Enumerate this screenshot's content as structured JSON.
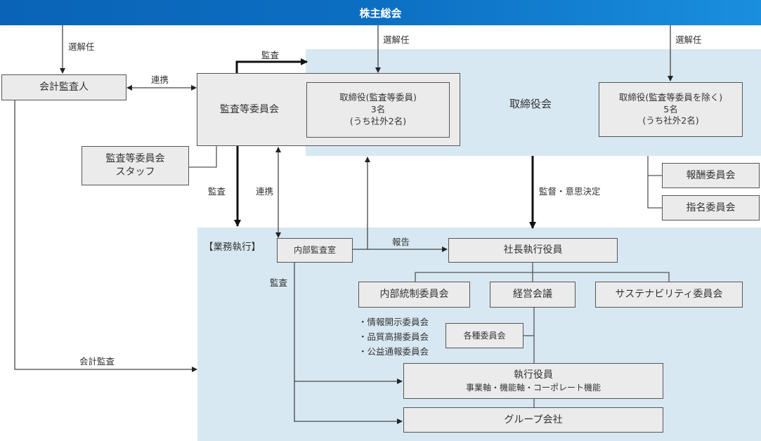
{
  "header": {
    "title": "株主総会"
  },
  "labels": {
    "elect_left": "選解任",
    "elect_mid": "選解任",
    "elect_right": "選解任",
    "audit_top": "監査",
    "coop_left": "連携",
    "audit_down": "監査",
    "coop_down": "連携",
    "supervise": "監督・意思決定",
    "report": "報告",
    "audit_internal": "監査",
    "accounting_audit": "会計監査"
  },
  "boxes": {
    "accounting_auditor": "会計監査人",
    "audit_committee": "監査等委員会",
    "audit_staff_line1": "監査等委員会",
    "audit_staff_line2": "スタッフ",
    "directors_audit": {
      "title": "取締役(監査等委員)",
      "count": "3名",
      "outside": "(うち社外2名)"
    },
    "board": "取締役会",
    "directors_other": {
      "title": "取締役(監査等委員を除く)",
      "count": "5名",
      "outside": "(うち社外2名)"
    },
    "compensation_committee": "報酬委員会",
    "nomination_committee": "指名委員会",
    "execution_label": "【業務執行】",
    "internal_audit": "内部監査室",
    "president": "社長執行役員",
    "internal_control": "内部統制委員会",
    "management_meeting": "経営会議",
    "sustainability": "サステナビリティ委員会",
    "various_committees": "各種委員会",
    "exec_officers_line1": "執行役員",
    "exec_officers_line2": "事業軸・機能軸・コーポレート機能",
    "group_companies": "グループ会社"
  },
  "sub_committees": [
    "・情報開示委員会",
    "・品質高揚委員会",
    "・公益通報委員会"
  ]
}
